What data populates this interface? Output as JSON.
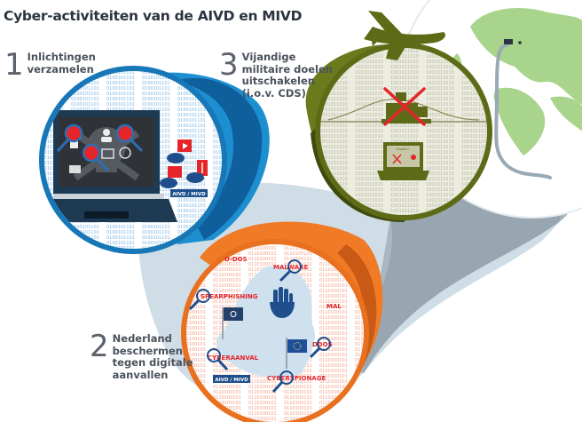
{
  "title": "Cyber-activiteiten van de AIVD en MIVD",
  "steps": [
    {
      "number": "1",
      "lines": [
        "Inlichtingen",
        "verzamelen"
      ]
    },
    {
      "number": "2",
      "lines": [
        "Nederland",
        "beschermen",
        "tegen digitale",
        "aanvallen"
      ]
    },
    {
      "number": "3",
      "lines": [
        "Vijandige",
        "militaire doelen",
        "uitschakelen",
        "(i.o.v. CDS)"
      ]
    }
  ],
  "circle1": {
    "badge": "AIVD / MIVD",
    "icons": [
      "document-icon",
      "video-icon",
      "map-icon",
      "rocket-icon",
      "user-icon",
      "folder-icon",
      "compass-icon",
      "email-icon",
      "skull-icon"
    ]
  },
  "circle2": {
    "badge": "AIVD / MIVD",
    "terms": [
      "D-DOS",
      "MALWARE",
      "SPEARPHISHING",
      "MAL",
      "DDOS",
      "CYBERAANVAL",
      "CYBERSPIONAGE"
    ],
    "flags": [
      "nato-flag",
      "eu-flag"
    ]
  },
  "circle3": {
    "laptop_screen_text": "disable!"
  },
  "colors": {
    "blue": "#1d8fd1",
    "blue_dark": "#0f5f9c",
    "orange": "#f07a26",
    "orange_dark": "#c95a15",
    "olive": "#6b7a1c",
    "olive_dark": "#3f4a0c",
    "grey_road": "#a3b1bb",
    "light_blue_bg": "#cfdde6",
    "red": "#e4262b",
    "globe_land": "#a8d48c",
    "navy": "#24416b"
  }
}
